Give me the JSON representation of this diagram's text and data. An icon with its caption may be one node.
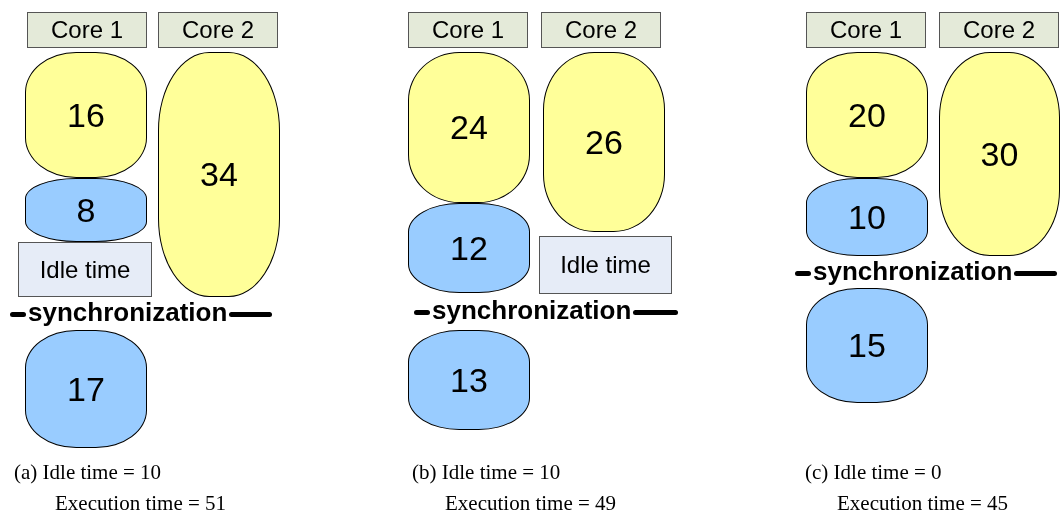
{
  "diagram": {
    "nodes": [
      {
        "text": [
          "Core 1"
        ]
      },
      {
        "text": [
          "Core 2"
        ]
      },
      {
        "text": [
          "16"
        ]
      },
      {
        "text": [
          "8"
        ]
      },
      {
        "text": [
          "Idle time"
        ]
      },
      {
        "text": [
          "34"
        ]
      },
      {
        "text": [
          "17"
        ]
      },
      {
        "text": [
          "Core 1"
        ]
      },
      {
        "text": [
          "Core 2"
        ]
      },
      {
        "text": [
          "24"
        ]
      },
      {
        "text": [
          "26"
        ]
      },
      {
        "text": [
          "12"
        ]
      },
      {
        "text": [
          "Idle time"
        ]
      },
      {
        "text": [
          "13"
        ]
      },
      {
        "text": [
          "Core 1"
        ]
      },
      {
        "text": [
          "Core 2"
        ]
      },
      {
        "text": [
          "20"
        ]
      },
      {
        "text": [
          "30"
        ]
      },
      {
        "text": [
          "10"
        ]
      },
      {
        "text": [
          "15"
        ]
      }
    ],
    "labels": [
      "synchronization",
      "synchronization",
      "synchronization",
      "(a) Idle time = 10",
      "Execution time = 51",
      "(b) Idle time = 10",
      "Execution time = 49",
      "(c) Idle time = 0",
      "Execution time = 45"
    ]
  }
}
